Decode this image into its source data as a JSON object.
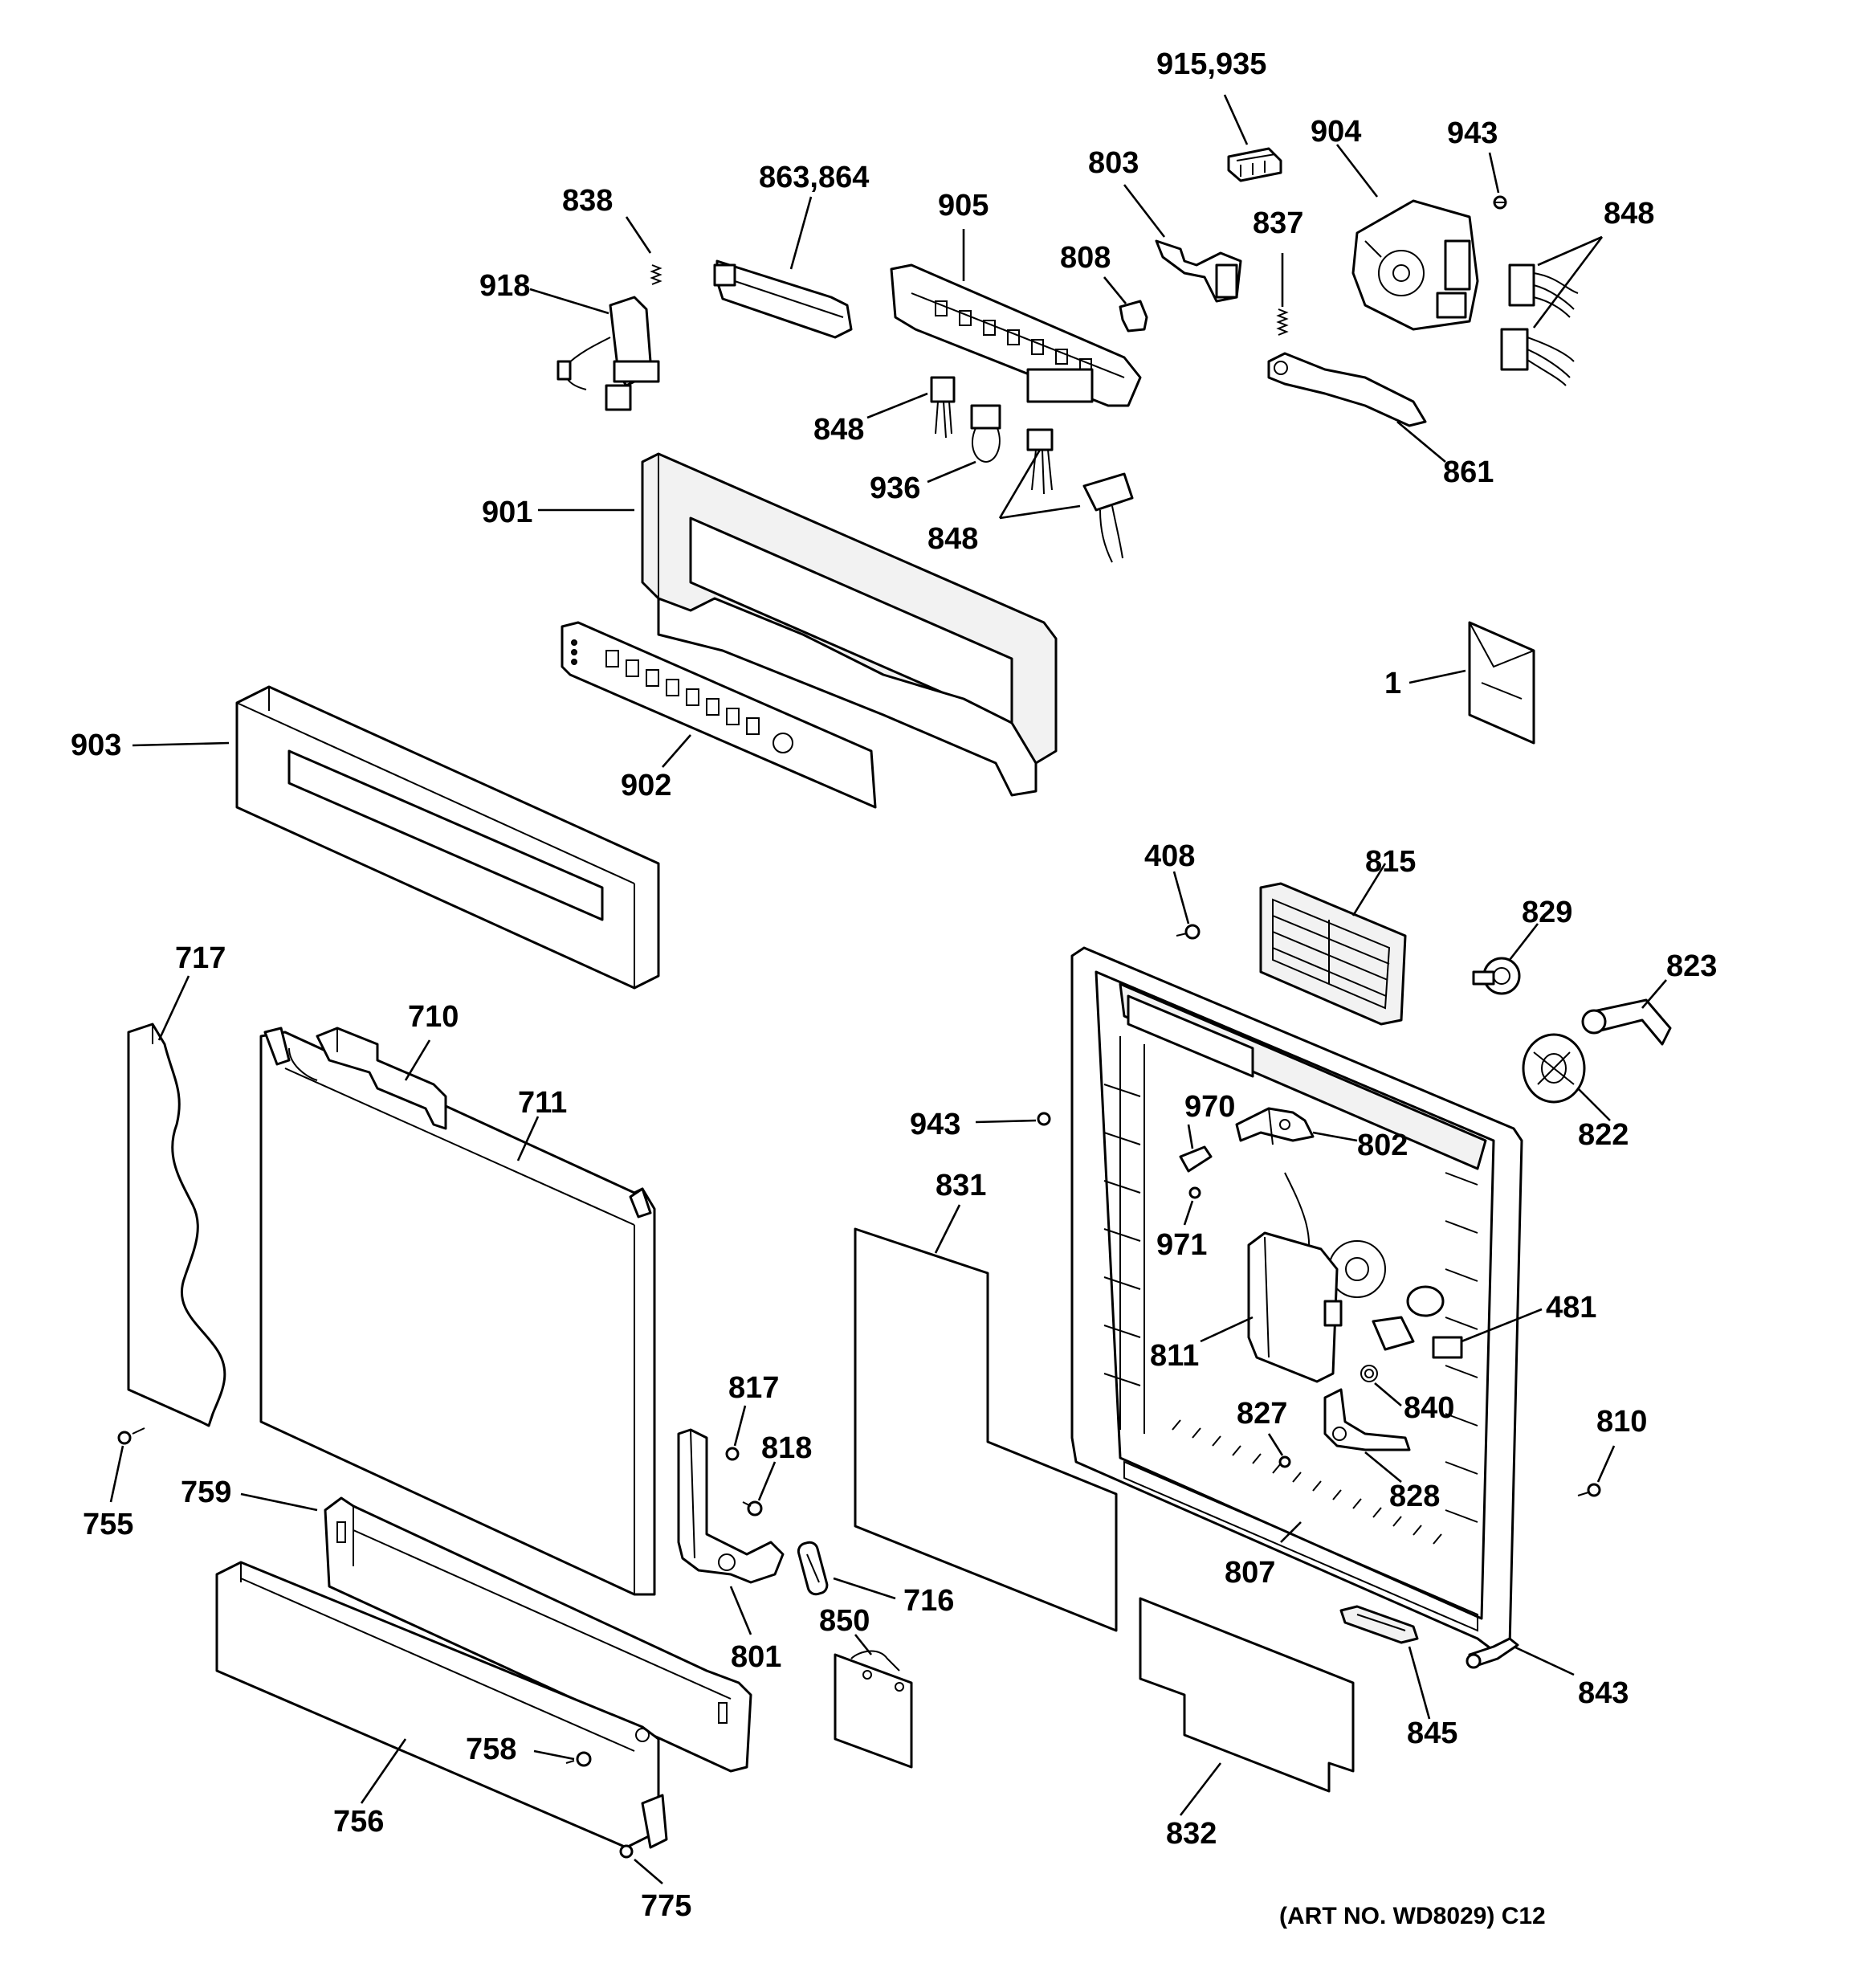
{
  "labels": {
    "l_915_935": "915,935",
    "l_904": "904",
    "l_943_top": "943",
    "l_803": "803",
    "l_863_864": "863,864",
    "l_838": "838",
    "l_905": "905",
    "l_837": "837",
    "l_848_tr": "848",
    "l_918": "918",
    "l_808": "808",
    "l_848_mid": "848",
    "l_861": "861",
    "l_936": "936",
    "l_901": "901",
    "l_848_bot": "848",
    "l_1": "1",
    "l_903": "903",
    "l_902": "902",
    "l_408": "408",
    "l_815": "815",
    "l_829": "829",
    "l_717": "717",
    "l_710": "710",
    "l_823": "823",
    "l_711": "711",
    "l_970": "970",
    "l_943_mid": "943",
    "l_802": "802",
    "l_822": "822",
    "l_831": "831",
    "l_971": "971",
    "l_481": "481",
    "l_811": "811",
    "l_817": "817",
    "l_840": "840",
    "l_827": "827",
    "l_810": "810",
    "l_818": "818",
    "l_828": "828",
    "l_755": "755",
    "l_759": "759",
    "l_807": "807",
    "l_716": "716",
    "l_801": "801",
    "l_850": "850",
    "l_843": "843",
    "l_845": "845",
    "l_758": "758",
    "l_756": "756",
    "l_832": "832",
    "l_775": "775"
  },
  "art_number": "(ART NO. WD8029) C12"
}
